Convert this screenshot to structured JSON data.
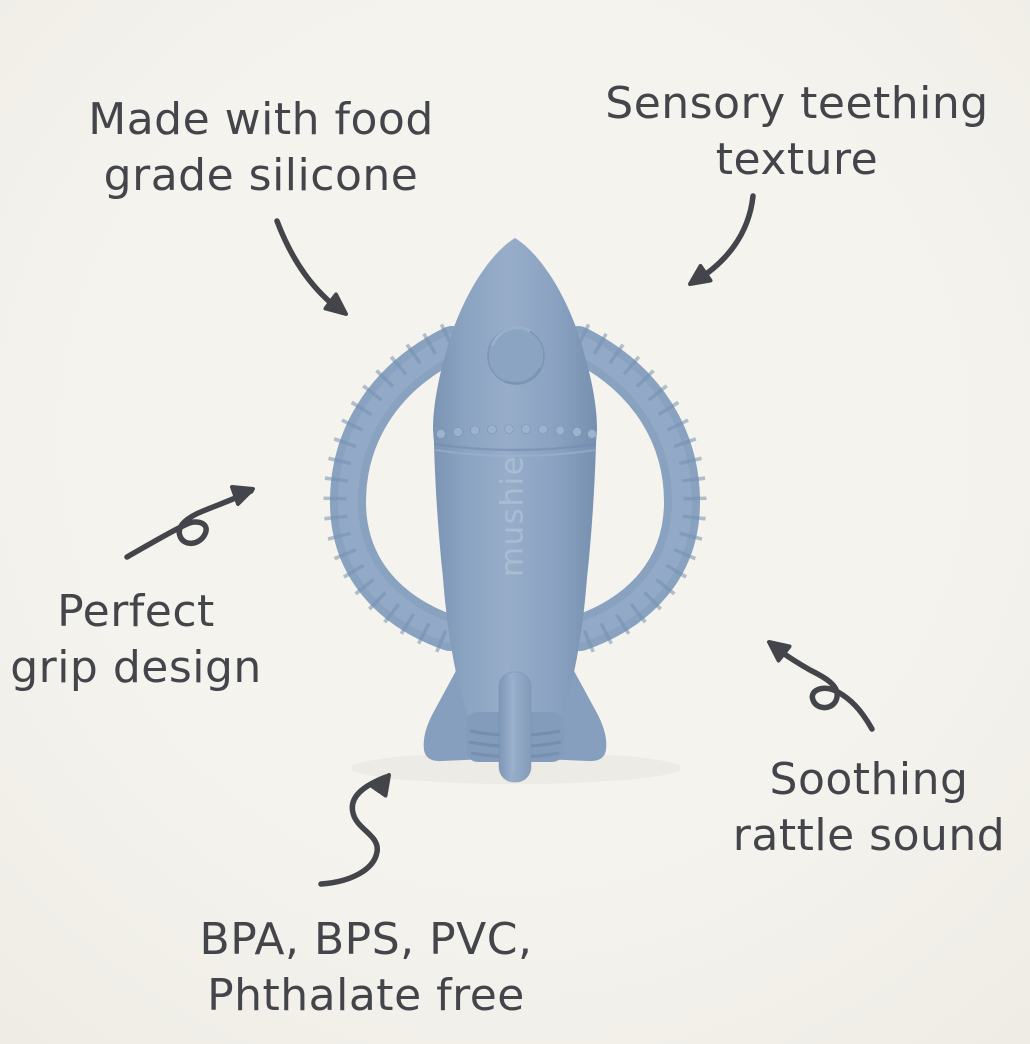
{
  "page": {
    "background_color": "#f3f1ea",
    "ink_color": "#44454a",
    "description": "Product feature infographic of a rocket-shaped silicone baby teether with hand-drawn arrows"
  },
  "product": {
    "brand_text": "mushie",
    "kind": "rocket teether toy",
    "body_color": "#8ba4c2",
    "body_light": "#97adc9",
    "body_dark": "#7b94b4",
    "edge_dark": "#7690b1",
    "logo_color": "#a8bcd3",
    "dot_color": "#9db2cc",
    "fin_color": "#879fbe",
    "handle_color": "#89a2c0",
    "rib_color": "#7590b1"
  },
  "annotations": [
    {
      "id": "food-grade",
      "line1": "Made with food",
      "line2": "grade silicone",
      "arrow": "curved-arrow-down-right"
    },
    {
      "id": "sensory-texture",
      "line1": "Sensory teething",
      "line2": "texture",
      "arrow": "curved-arrow-down-left"
    },
    {
      "id": "grip-design",
      "line1": "Perfect",
      "line2": "grip design",
      "arrow": "loop-arrow-up-right"
    },
    {
      "id": "rattle-sound",
      "line1": "Soothing",
      "line2": "rattle sound",
      "arrow": "loop-arrow-up-left"
    },
    {
      "id": "material-free",
      "line1": "BPA, BPS, PVC,",
      "line2": "Phthalate free",
      "arrow": "s-curve-arrow-up-right"
    }
  ]
}
